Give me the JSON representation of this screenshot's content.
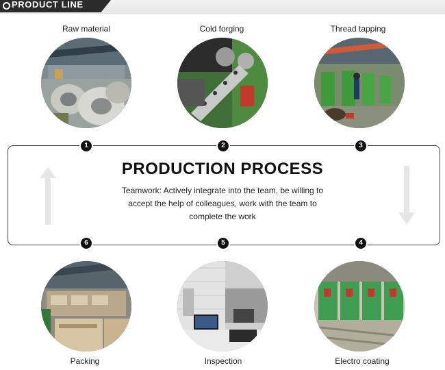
{
  "header": {
    "title": "PRODUCT LINE"
  },
  "process": {
    "title": "PRODUCTION PROCESS",
    "description": "Teamwork: Actively integrate into the team, be willing to accept the help of colleagues, work with the team to complete the work"
  },
  "steps": [
    {
      "number": "1",
      "label": "Raw material"
    },
    {
      "number": "2",
      "label": "Cold forging"
    },
    {
      "number": "3",
      "label": "Thread tapping"
    },
    {
      "number": "4",
      "label": "Electro coating"
    },
    {
      "number": "5",
      "label": "Inspection"
    },
    {
      "number": "6",
      "label": "Packing"
    }
  ],
  "colors": {
    "tab_bg": "#2b2b2b",
    "box_border": "#444444",
    "arrow": "#e5e5e5"
  }
}
